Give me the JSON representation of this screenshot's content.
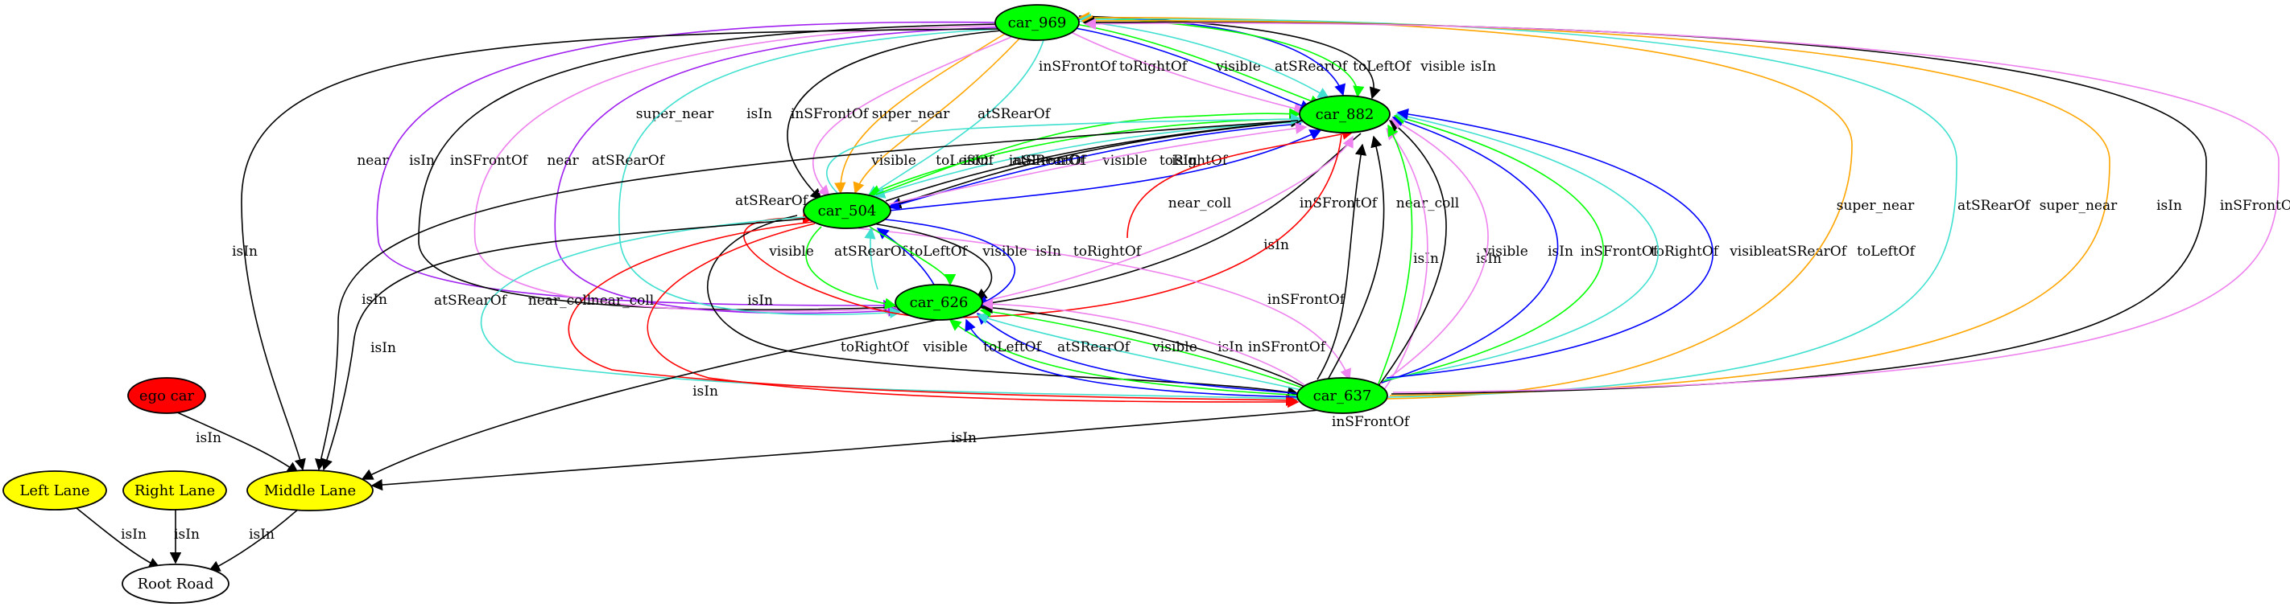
{
  "nodes": [
    {
      "id": "car_969",
      "label": "car_969",
      "fill": "#00ff00"
    },
    {
      "id": "car_882",
      "label": "car_882",
      "fill": "#00ff00"
    },
    {
      "id": "car_504",
      "label": "car_504",
      "fill": "#00ff00"
    },
    {
      "id": "car_626",
      "label": "car_626",
      "fill": "#00ff00"
    },
    {
      "id": "car_637",
      "label": "car_637",
      "fill": "#00ff00"
    },
    {
      "id": "ego_car",
      "label": "ego car",
      "fill": "#ff0000"
    },
    {
      "id": "left_lane",
      "label": "Left Lane",
      "fill": "#ffff00"
    },
    {
      "id": "right_lane",
      "label": "Right Lane",
      "fill": "#ffff00"
    },
    {
      "id": "middle_lane",
      "label": "Middle Lane",
      "fill": "#ffff00"
    },
    {
      "id": "root_road",
      "label": "Root Road",
      "fill": "#ffffff"
    }
  ],
  "colors": {
    "black": "#000000",
    "blue": "#0000ff",
    "green": "#00ff00",
    "violet": "#ee82ee",
    "turquoise": "#40e0d0",
    "orange": "#ffa500",
    "purple": "#a020f0",
    "red": "#ff0000"
  },
  "edges": [
    {
      "label": "inSFrontOf",
      "color": "violet"
    },
    {
      "label": "toRightOf",
      "color": "blue"
    },
    {
      "label": "visible",
      "color": "green"
    },
    {
      "label": "atSRearOf",
      "color": "turquoise"
    },
    {
      "label": "toLeftOf",
      "color": "blue"
    },
    {
      "label": "visible",
      "color": "green"
    },
    {
      "label": "isIn",
      "color": "black"
    },
    {
      "label": "super_near",
      "color": "orange"
    },
    {
      "label": "isIn",
      "color": "black"
    },
    {
      "label": "inSFrontOf",
      "color": "violet"
    },
    {
      "label": "super_near",
      "color": "orange"
    },
    {
      "label": "atSRearOf",
      "color": "turquoise"
    },
    {
      "label": "near",
      "color": "purple"
    },
    {
      "label": "isIn",
      "color": "black"
    },
    {
      "label": "inSFrontOf",
      "color": "violet"
    },
    {
      "label": "near",
      "color": "purple"
    },
    {
      "label": "atSRearOf",
      "color": "turquoise"
    },
    {
      "label": "isIn",
      "color": "black"
    },
    {
      "label": "visible",
      "color": "green"
    },
    {
      "label": "atSRearOf",
      "color": "turquoise"
    },
    {
      "label": "toLeftOf",
      "color": "blue"
    },
    {
      "label": "visible",
      "color": "green"
    },
    {
      "label": "isIn",
      "color": "black"
    },
    {
      "label": "inSFrontOf",
      "color": "violet"
    },
    {
      "label": "toRightOf",
      "color": "blue"
    },
    {
      "label": "atSRearOf",
      "color": "turquoise"
    },
    {
      "label": "near_coll",
      "color": "red"
    },
    {
      "label": "isIn",
      "color": "black"
    },
    {
      "label": "inSFrontOf",
      "color": "violet"
    },
    {
      "label": "near_coll",
      "color": "red"
    },
    {
      "label": "inSFrontOf",
      "color": "violet"
    },
    {
      "label": "visible",
      "color": "green"
    },
    {
      "label": "atSRearOf",
      "color": "turquoise"
    },
    {
      "label": "toLeftOf",
      "color": "blue"
    },
    {
      "label": "visible",
      "color": "green"
    },
    {
      "label": "isIn",
      "color": "black"
    },
    {
      "label": "toRightOf",
      "color": "blue"
    },
    {
      "label": "isIn",
      "color": "black"
    },
    {
      "label": "atSRearOf",
      "color": "turquoise"
    },
    {
      "label": "near_coll",
      "color": "red"
    },
    {
      "label": "near_coll",
      "color": "red"
    },
    {
      "label": "isIn",
      "color": "black"
    },
    {
      "label": "isIn",
      "color": "black"
    },
    {
      "label": "toRightOf",
      "color": "blue"
    },
    {
      "label": "visible",
      "color": "green"
    },
    {
      "label": "toLeftOf",
      "color": "blue"
    },
    {
      "label": "atSRearOf",
      "color": "turquoise"
    },
    {
      "label": "visible",
      "color": "green"
    },
    {
      "label": "isIn",
      "color": "black"
    },
    {
      "label": "inSFrontOf",
      "color": "violet"
    },
    {
      "label": "inSFrontOf",
      "color": "violet"
    },
    {
      "label": "visible",
      "color": "green"
    },
    {
      "label": "isIn",
      "color": "black"
    },
    {
      "label": "inSFrontOf",
      "color": "violet"
    },
    {
      "label": "toRightOf",
      "color": "blue"
    },
    {
      "label": "visible",
      "color": "green"
    },
    {
      "label": "atSRearOf",
      "color": "turquoise"
    },
    {
      "label": "toLeftOf",
      "color": "blue"
    },
    {
      "label": "super_near",
      "color": "orange"
    },
    {
      "label": "atSRearOf",
      "color": "turquoise"
    },
    {
      "label": "super_near",
      "color": "orange"
    },
    {
      "label": "isIn",
      "color": "black"
    },
    {
      "label": "inSFrontOf",
      "color": "violet"
    },
    {
      "label": "isIn",
      "color": "black"
    },
    {
      "label": "isIn",
      "color": "black"
    },
    {
      "label": "isIn",
      "color": "black"
    },
    {
      "label": "isIn",
      "color": "black"
    },
    {
      "label": "isIn",
      "color": "black"
    },
    {
      "label": "isIn",
      "color": "black"
    }
  ]
}
